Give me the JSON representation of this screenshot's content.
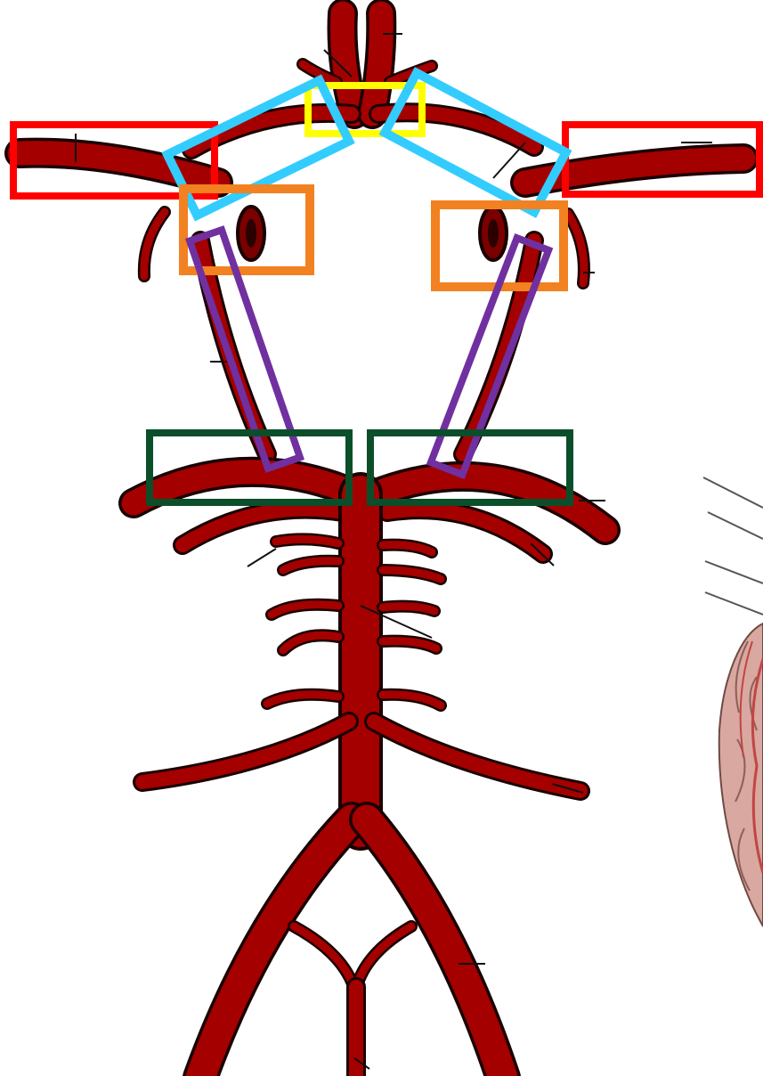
{
  "figure": {
    "subject": "arterial-circle-diagram",
    "vessel_color": "#a40000",
    "outline_color": "#1a0000",
    "background": "#ffffff"
  },
  "highlight_boxes": [
    {
      "name": "highlight-box-left-red",
      "color": "#ff0000"
    },
    {
      "name": "highlight-box-right-red",
      "color": "#ff0000"
    },
    {
      "name": "highlight-box-center-yellow",
      "color": "#ffff00"
    },
    {
      "name": "highlight-box-left-cyan",
      "color": "#33ccff"
    },
    {
      "name": "highlight-box-right-cyan",
      "color": "#33ccff"
    },
    {
      "name": "highlight-box-left-orange",
      "color": "#f28121"
    },
    {
      "name": "highlight-box-right-orange",
      "color": "#f28121"
    },
    {
      "name": "highlight-box-left-purple",
      "color": "#7030a0"
    },
    {
      "name": "highlight-box-right-purple",
      "color": "#7030a0"
    },
    {
      "name": "highlight-box-left-green",
      "color": "#0b4f2a"
    },
    {
      "name": "highlight-box-right-green",
      "color": "#0b4f2a"
    }
  ],
  "inset": {
    "subject": "brain-photo-crop",
    "tissue_color": "#d9a8a0",
    "vessel_color": "#c24545"
  }
}
